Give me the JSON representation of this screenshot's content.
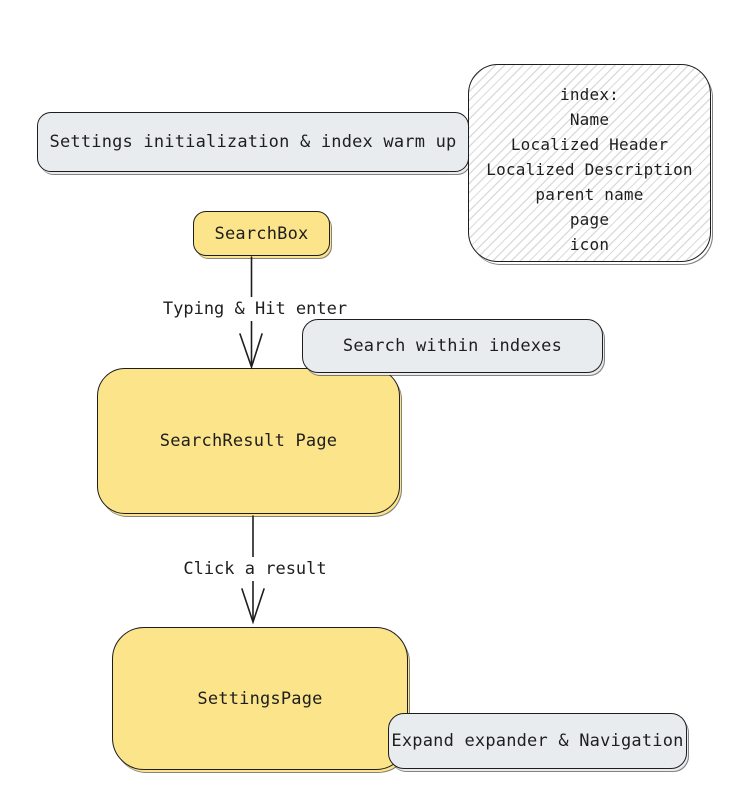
{
  "diagram": {
    "nodes": {
      "settings_init": {
        "label": "Settings initialization & index warm up",
        "fill": "#E9ECEF"
      },
      "index_info": {
        "lines": [
          "index:",
          "Name",
          "Localized Header",
          "Localized Description",
          "parent name",
          "page",
          "icon"
        ],
        "fill": "hatched-white"
      },
      "search_box": {
        "label": "SearchBox",
        "fill": "#FBE48A"
      },
      "search_within": {
        "label": "Search within indexes",
        "fill": "#E9ECEF"
      },
      "search_result": {
        "label": "SearchResult Page",
        "fill": "#FBE48A"
      },
      "settings_page": {
        "label": "SettingsPage",
        "fill": "#FBE48A"
      },
      "expand_nav": {
        "label": "Expand expander & Navigation",
        "fill": "#E9ECEF"
      }
    },
    "edges": {
      "typing": {
        "label": "Typing & Hit enter",
        "from": "SearchBox",
        "to": "SearchResult Page"
      },
      "click": {
        "label": "Click a result",
        "from": "SearchResult Page",
        "to": "SettingsPage"
      }
    },
    "colors": {
      "stroke": "#1e1e1e",
      "node_yellow": "#FBE48A",
      "node_gray": "#E9ECEF",
      "hatch_line": "#dcdcdc",
      "background": "#ffffff"
    }
  }
}
